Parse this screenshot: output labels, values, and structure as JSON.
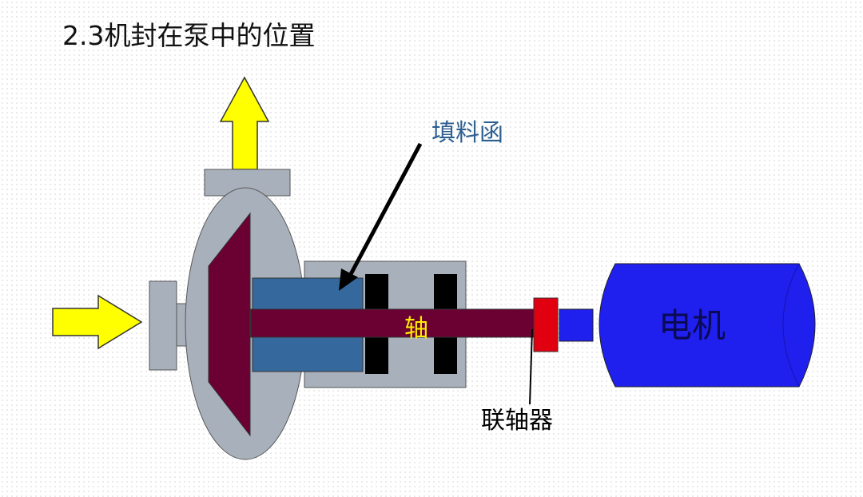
{
  "title": "2.3机封在泵中的位置",
  "labels": {
    "stuffing_box": "填料函",
    "shaft": "轴",
    "coupling": "联轴器",
    "motor": "电机"
  },
  "colors": {
    "arrow_fill": "#ffff00",
    "casing": "#a8b1bb",
    "impeller": "#6b0033",
    "stuffing_box": "#35689c",
    "motor": "#1f1fee",
    "coupling": "#e00010",
    "stuffing_label": "#2e5f91",
    "shaft_label": "#ffee00"
  }
}
